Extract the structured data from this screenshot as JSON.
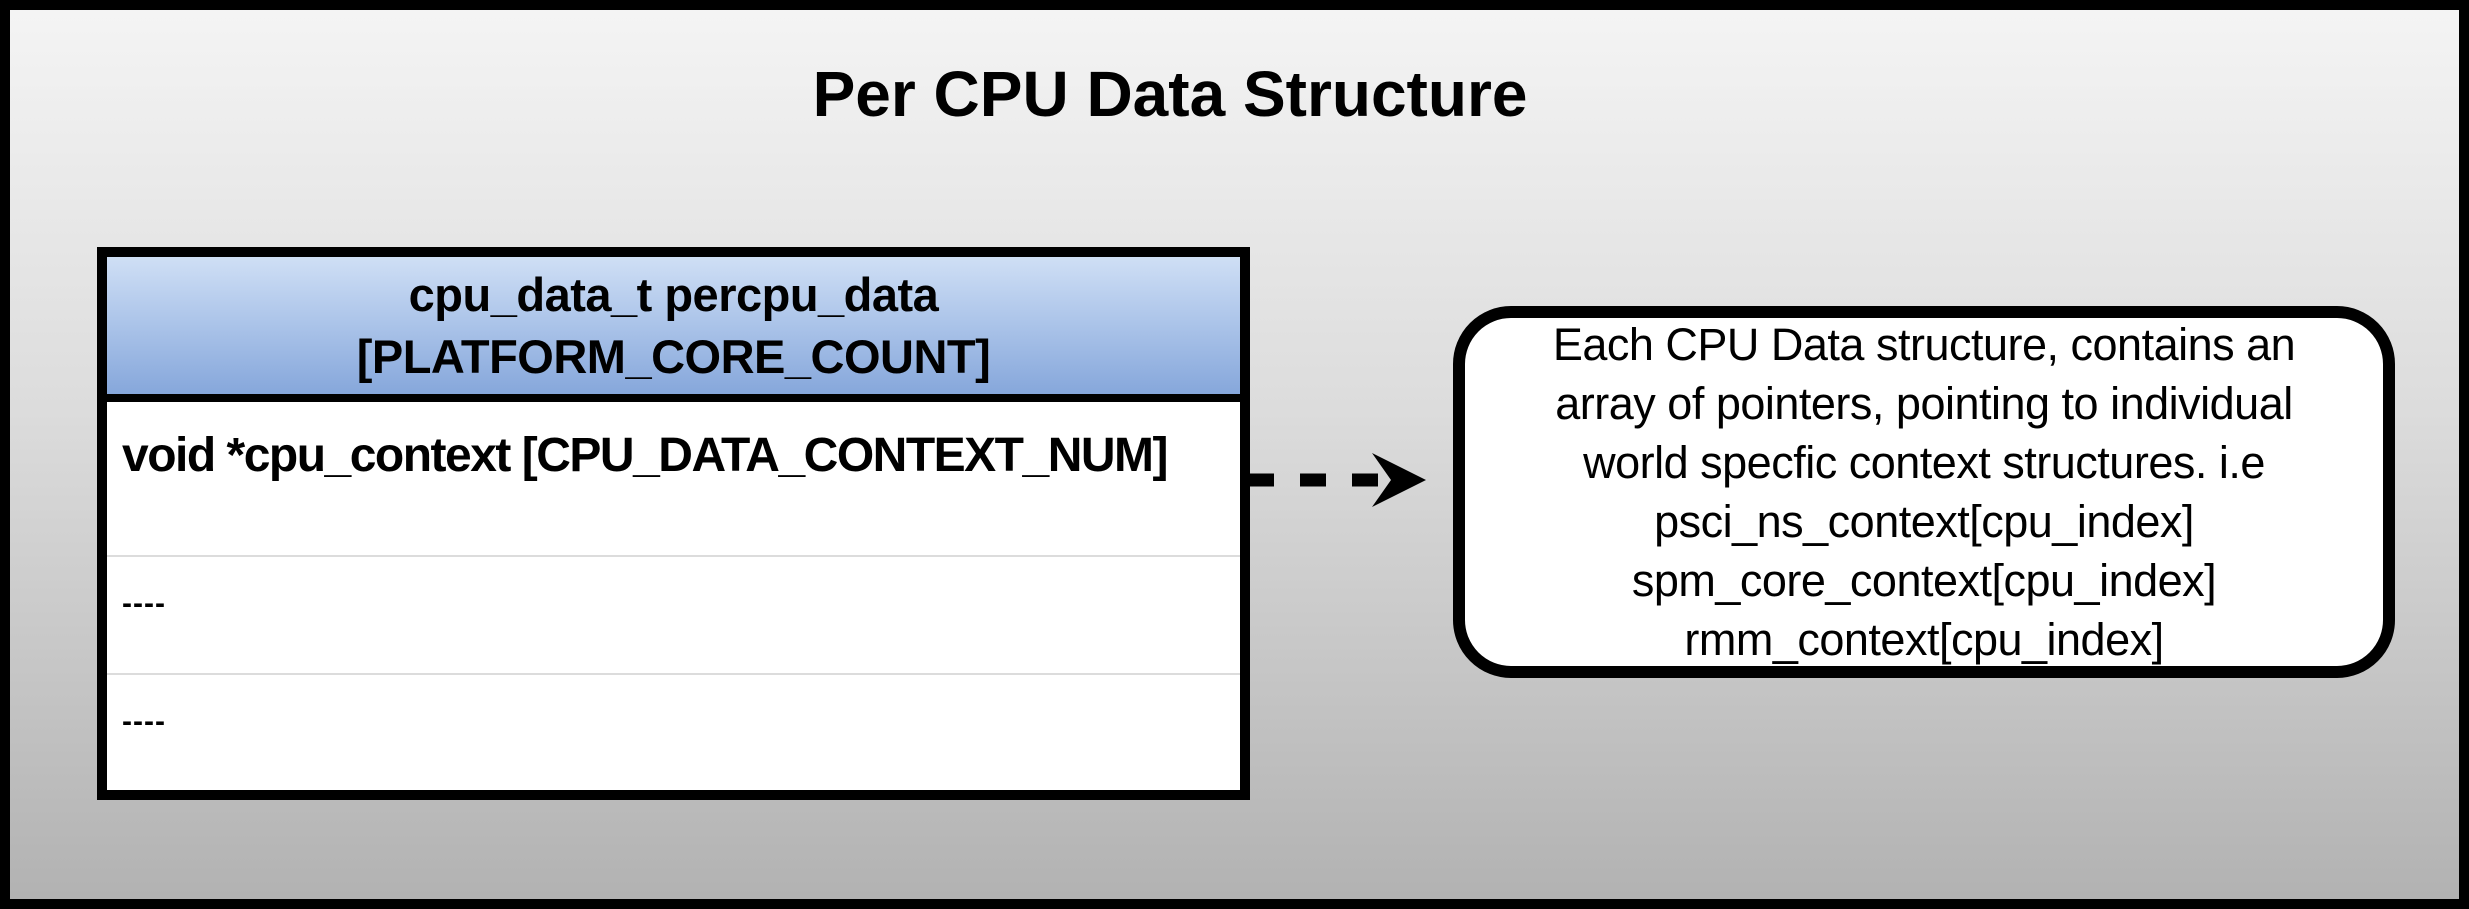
{
  "title": "Per CPU Data Structure",
  "table": {
    "header": {
      "line1": "cpu_data_t percpu_data",
      "line2": "[PLATFORM_CORE_COUNT]"
    },
    "rows": [
      {
        "text": "void *cpu_context [CPU_DATA_CONTEXT_NUM]"
      },
      {
        "text": "----"
      },
      {
        "text": "----"
      }
    ]
  },
  "note": {
    "lines": [
      "Each CPU Data structure, contains an",
      "array of pointers, pointing to individual",
      "world specfic context structures. i.e",
      "psci_ns_context[cpu_index]",
      "spm_core_context[cpu_index]",
      "rmm_context[cpu_index]"
    ]
  },
  "colors": {
    "header_gradient_top": "#cfdff5",
    "header_gradient_bottom": "#86a7db",
    "background_gradient_top": "#f4f4f4",
    "background_gradient_bottom": "#b2b2b2",
    "border": "#000000",
    "row_separator": "#dcdcdc",
    "cell_background": "#ffffff"
  }
}
